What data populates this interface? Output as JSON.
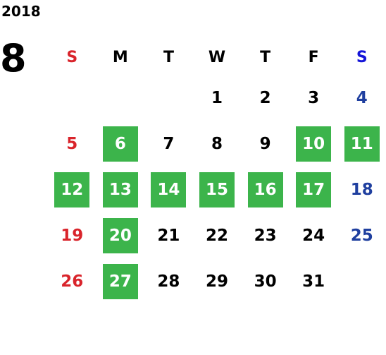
{
  "year": "2018",
  "month": "8",
  "weekdays": [
    "S",
    "M",
    "T",
    "W",
    "T",
    "F",
    "S"
  ],
  "weeks": [
    [
      {
        "day": "",
        "hl": false
      },
      {
        "day": "",
        "hl": false
      },
      {
        "day": "",
        "hl": false
      },
      {
        "day": "1",
        "hl": false
      },
      {
        "day": "2",
        "hl": false
      },
      {
        "day": "3",
        "hl": false
      },
      {
        "day": "4",
        "hl": false
      }
    ],
    [
      {
        "day": "5",
        "hl": false
      },
      {
        "day": "6",
        "hl": true
      },
      {
        "day": "7",
        "hl": false
      },
      {
        "day": "8",
        "hl": false
      },
      {
        "day": "9",
        "hl": false
      },
      {
        "day": "10",
        "hl": true
      },
      {
        "day": "11",
        "hl": true
      }
    ],
    [
      {
        "day": "12",
        "hl": true
      },
      {
        "day": "13",
        "hl": true
      },
      {
        "day": "14",
        "hl": true
      },
      {
        "day": "15",
        "hl": true
      },
      {
        "day": "16",
        "hl": true
      },
      {
        "day": "17",
        "hl": true
      },
      {
        "day": "18",
        "hl": false
      }
    ],
    [
      {
        "day": "19",
        "hl": false
      },
      {
        "day": "20",
        "hl": true
      },
      {
        "day": "21",
        "hl": false
      },
      {
        "day": "22",
        "hl": false
      },
      {
        "day": "23",
        "hl": false
      },
      {
        "day": "24",
        "hl": false
      },
      {
        "day": "25",
        "hl": false
      }
    ],
    [
      {
        "day": "26",
        "hl": false
      },
      {
        "day": "27",
        "hl": true
      },
      {
        "day": "28",
        "hl": false
      },
      {
        "day": "29",
        "hl": false
      },
      {
        "day": "30",
        "hl": false
      },
      {
        "day": "31",
        "hl": false
      },
      {
        "day": "",
        "hl": false
      }
    ]
  ],
  "colors": {
    "highlight": "#3cb44b",
    "sunday": "#d9242b",
    "saturday": "#1f3f9f",
    "saturday_header": "#1515d8"
  }
}
